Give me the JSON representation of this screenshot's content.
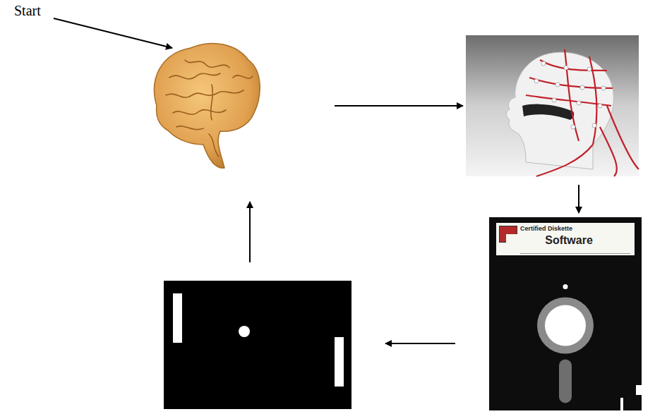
{
  "diagram": {
    "nodes": [
      {
        "text": [
          "Certified Diskette",
          "Software"
        ]
      }
    ],
    "labels": [
      "Start"
    ]
  }
}
